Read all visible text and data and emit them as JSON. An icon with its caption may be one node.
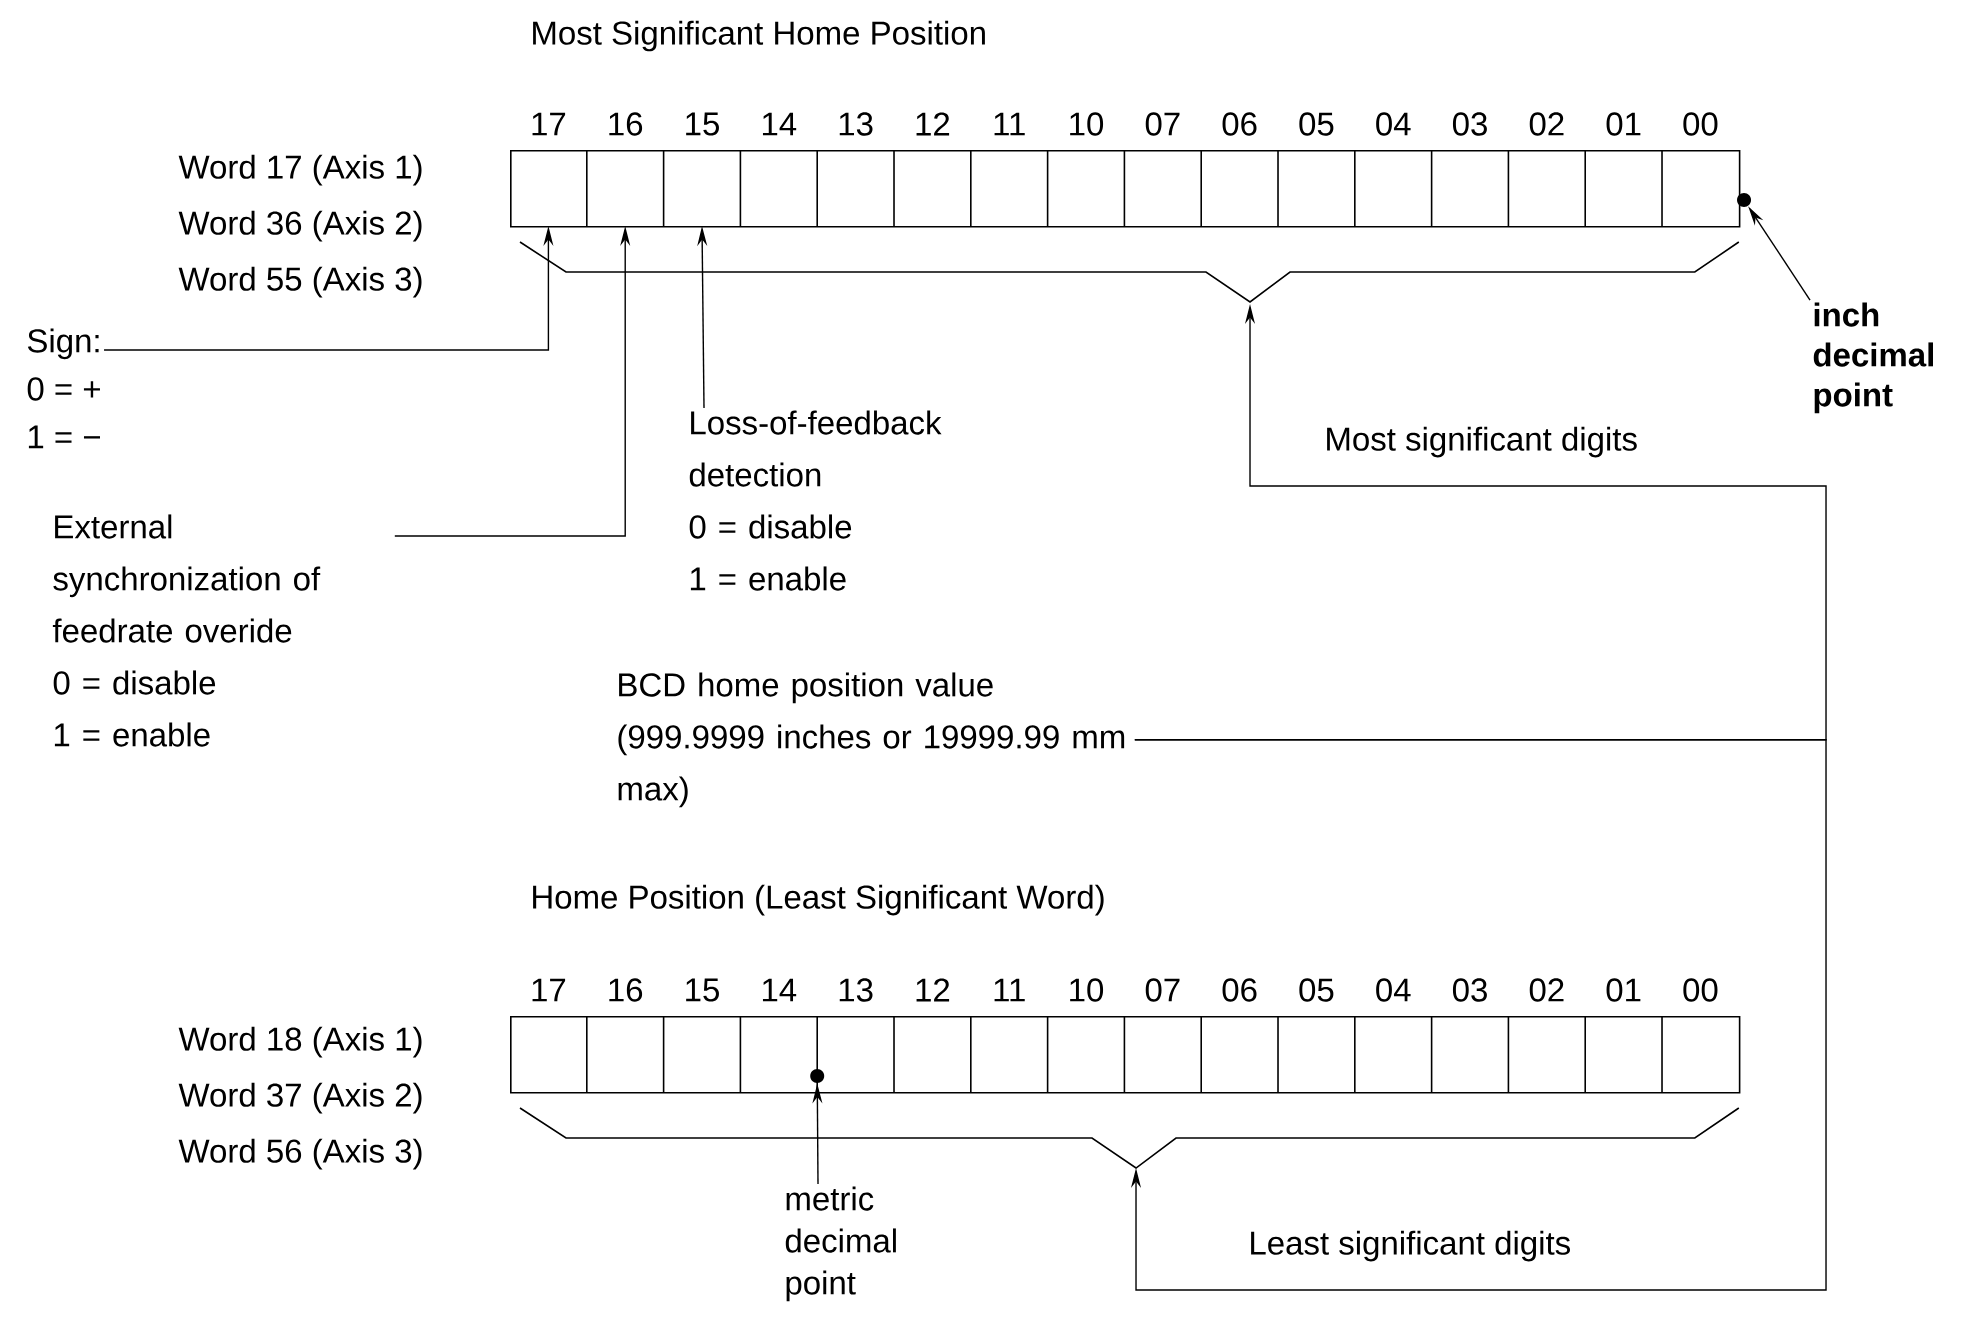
{
  "diagram": {
    "nodes": [
      {
        "text": [
          "Most Significant Home Position"
        ],
        "beside": [
          "Word 17 (Axis 1)",
          "Word 36 (Axis 2)",
          "Word 55 (Axis 3)",
          "17",
          "16",
          "15",
          "14",
          "13",
          "12",
          "11",
          "10",
          "07",
          "06",
          "05",
          "04",
          "03",
          "02",
          "01",
          "00"
        ]
      },
      {
        "text": [],
        "shape": "circle"
      },
      {
        "text": [
          "inch decimal point"
        ]
      },
      {
        "text": [
          "Sign:",
          "0 = +",
          "1 = −"
        ]
      },
      {
        "text": [
          "Loss-of-feedback detection",
          "0 = disable",
          "1 = enable"
        ]
      },
      {
        "text": [
          "External synchronization of feedrate overide",
          "0 = disable",
          "1 = enable"
        ]
      },
      {
        "text": [
          "BCD home position value (999.9999 inches or 19999.99 mm max)"
        ]
      },
      {
        "text": [
          "Home Position (Least Significant Word)"
        ],
        "beside": [
          "Word 18 (Axis 1)",
          "Word 37 (Axis 2)",
          "Word 56 (Axis 3)",
          "17",
          "16",
          "15",
          "14",
          "13",
          "12",
          "11",
          "10",
          "07",
          "06",
          "05",
          "04",
          "03",
          "02",
          "01",
          "00"
        ]
      },
      {
        "text": [],
        "shape": "circle",
        "in": 7
      },
      {
        "text": [
          "metric decimal point"
        ]
      }
    ],
    "edges": [
      {
        "from": 3,
        "to": 0,
        "arrow": "to"
      },
      {
        "from": 5,
        "to": 0,
        "arrow": "to"
      },
      {
        "from": 4,
        "to": 0,
        "arrow": "to"
      },
      {
        "from": 2,
        "to": 1,
        "arrow": "to"
      },
      {
        "from": 6,
        "to": 0,
        "arrow": "to",
        "label": "Most significant digits"
      },
      {
        "from": 6,
        "to": 7,
        "arrow": "to",
        "label": "Least significant digits"
      },
      {
        "from": 9,
        "to": 8,
        "arrow": "to"
      }
    ]
  }
}
